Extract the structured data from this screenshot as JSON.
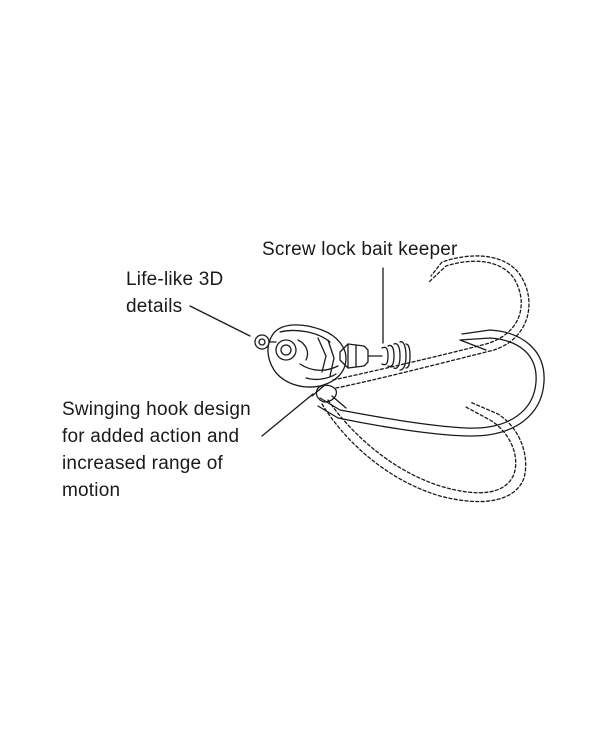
{
  "diagram": {
    "callouts": {
      "screw_lock": "Screw lock bait keeper",
      "lifelike": [
        "Life-like 3D",
        "details"
      ],
      "swinging_hook": [
        "Swinging hook design",
        "for added action and",
        "increased range of",
        "motion"
      ]
    },
    "colors": {
      "line": "#1a1a1a",
      "background": "#ffffff"
    }
  }
}
